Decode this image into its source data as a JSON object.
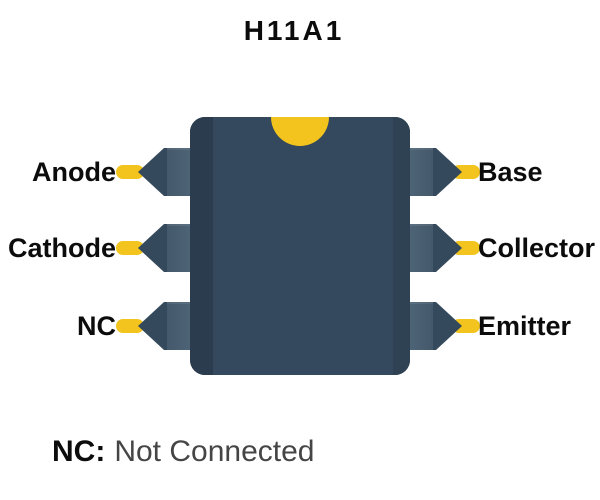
{
  "title": "H11A1",
  "pins": {
    "left": [
      {
        "label": "Anode"
      },
      {
        "label": "Cathode"
      },
      {
        "label": "NC"
      }
    ],
    "right": [
      {
        "label": "Base"
      },
      {
        "label": "Collector"
      },
      {
        "label": "Emitter"
      }
    ]
  },
  "footnote": {
    "term": "NC:",
    "definition": "Not Connected"
  },
  "colors": {
    "accent_yellow": "#f2c41d",
    "body_main": "#34495e",
    "body_shade_left": "#2b3c4e",
    "body_shade_right": "#2f4254",
    "pin_dark": "#35495c",
    "pin_mid": "#44596b",
    "pin_light": "#4d6476",
    "label_text": "#0c0c0c",
    "footnote_text": "#454545",
    "background": "#ffffff"
  }
}
